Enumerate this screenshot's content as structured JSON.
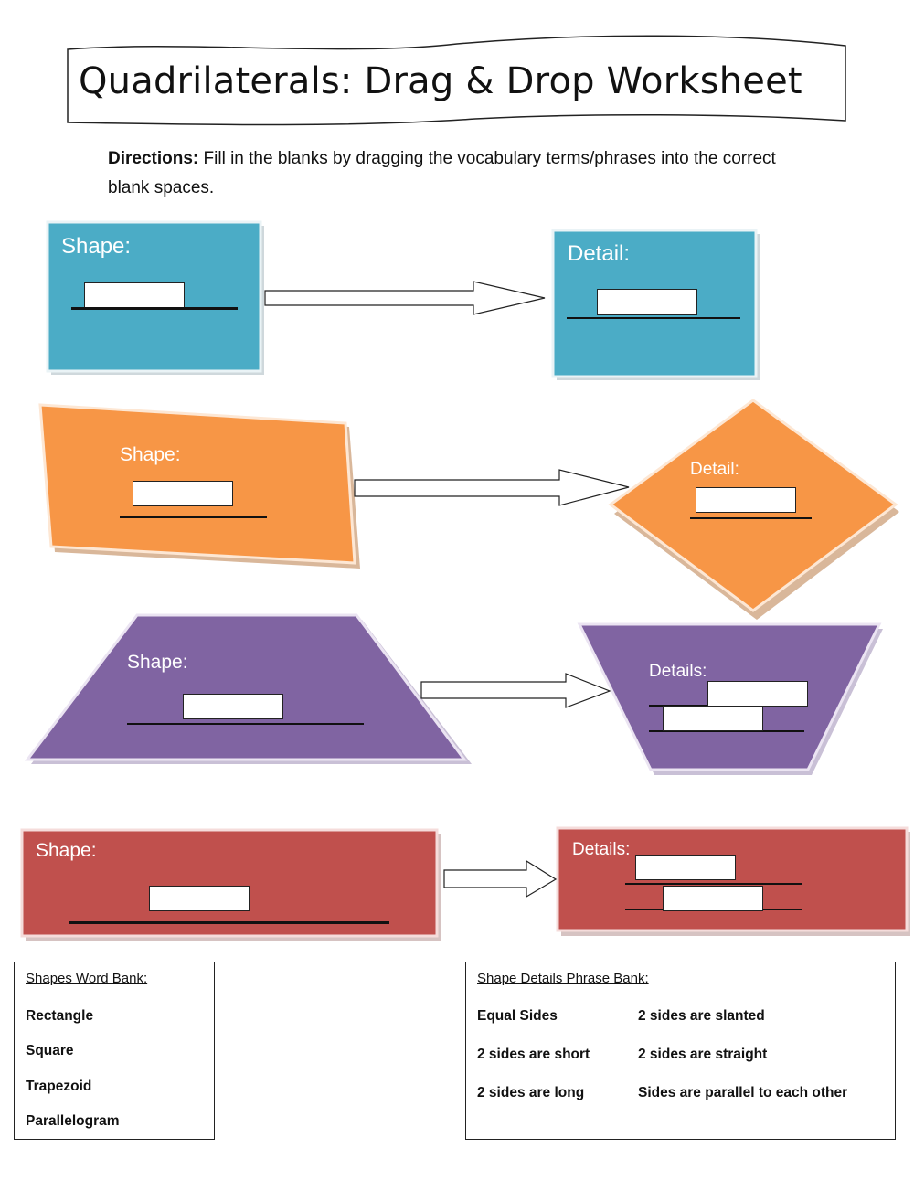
{
  "title": "Quadrilaterals: Drag & Drop Worksheet",
  "directions": {
    "label": "Directions:",
    "text": " Fill in the blanks by dragging the vocabulary terms/phrases into the correct blank spaces."
  },
  "rows": [
    {
      "shape_label": "Shape:",
      "detail_label": "Detail:",
      "shape_color": "#4BACC6",
      "detail_color": "#4BACC6"
    },
    {
      "shape_label": "Shape:",
      "detail_label": "Detail:",
      "shape_color": "#F79646",
      "detail_color": "#F79646"
    },
    {
      "shape_label": "Shape:",
      "detail_label": "Details:",
      "shape_color": "#8064A2",
      "detail_color": "#8064A2"
    },
    {
      "shape_label": "Shape:",
      "detail_label": "Details:",
      "shape_color": "#C0504D",
      "detail_color": "#C0504D"
    }
  ],
  "shapes_bank": {
    "title": "Shapes Word Bank:",
    "items": [
      "Rectangle",
      "Square",
      "Trapezoid",
      "Parallelogram"
    ]
  },
  "details_bank": {
    "title": "Shape Details Phrase Bank:",
    "items": [
      "Equal Sides",
      "2 sides are slanted",
      "2 sides are short",
      "2 sides are straight",
      "2 sides are long",
      "Sides are parallel to each other"
    ]
  }
}
